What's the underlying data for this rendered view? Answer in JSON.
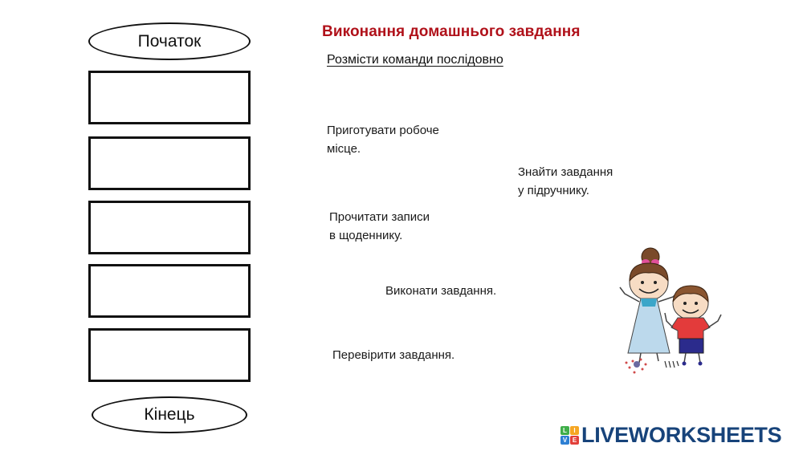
{
  "worksheet": {
    "title": "Виконання домашнього завдання",
    "instruction": "Розмісти команди послідовно",
    "accent_color": "#b0111a"
  },
  "flowchart": {
    "start_label": "Початок",
    "end_label": "Кінець",
    "drop_boxes": [
      {
        "index": 1,
        "value": ""
      },
      {
        "index": 2,
        "value": ""
      },
      {
        "index": 3,
        "value": ""
      },
      {
        "index": 4,
        "value": ""
      },
      {
        "index": 5,
        "value": ""
      }
    ]
  },
  "commands": [
    {
      "text": "Приготувати робоче\nмісце."
    },
    {
      "text": "Знайти завдання\nу підручнику."
    },
    {
      "text": "Прочитати записи\nв щоденнику."
    },
    {
      "text": "Виконати завдання."
    },
    {
      "text": "Перевірити завдання."
    }
  ],
  "illustration": {
    "icon": "children-illustration"
  },
  "branding": {
    "logo_letters": [
      "L",
      "I",
      "V",
      "E"
    ],
    "logo_colors": [
      "#3fae49",
      "#f5a623",
      "#2d7fd3",
      "#e2403a"
    ],
    "logo_text": "LIVEWORKSHEETS",
    "text_color": "#17437a"
  }
}
